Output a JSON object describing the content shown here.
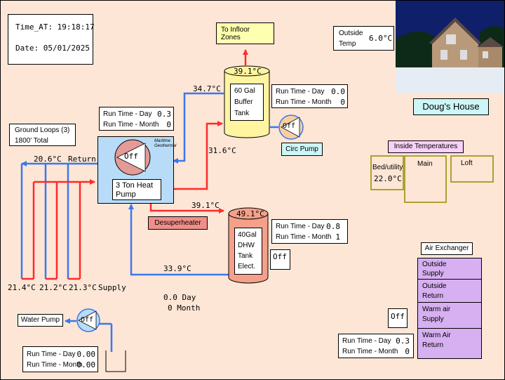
{
  "time_label": "Time_AT: 19:18:17",
  "date_label": "Date: 05/01/2025",
  "infloor": {
    "line1": "To Infloor",
    "line2": "Zones"
  },
  "outside_temp": {
    "label1": "Outside",
    "label2": "Temp",
    "value": "6.0°C"
  },
  "house_name": "Doug's House",
  "buffer_tank": {
    "top_temp": "39.1°C",
    "line1": "60 Gal",
    "line2": "Buffer",
    "line3": "Tank"
  },
  "buffer_pump_runtime": {
    "day_label": "Run Time - Day",
    "day_value": "0.0",
    "month_label": "Run Time - Month",
    "month_value": "0"
  },
  "circ_pump": {
    "label": "Circ Pump",
    "state": "Off"
  },
  "heat_pump_runtime": {
    "day_label": "Run Time - Day",
    "day_value": "0.3",
    "month_label": "Run Time - Month",
    "month_value": "0"
  },
  "heat_pump": {
    "state": "Off",
    "brand": "Maritime Geothermal",
    "line1": "3 Ton Heat",
    "line2": "Pump"
  },
  "ground_loops": {
    "line1": "Ground Loops (3)",
    "line2": "1800' Total"
  },
  "temps": {
    "to_heatpump_top": "34.7°C",
    "buffer_supply": "31.6°C",
    "return": "20.6°C",
    "return_label": "Return",
    "desuper_supply": "39.1°C",
    "dhw_return": "33.9°C",
    "loop1": "21.4°C",
    "loop2": "21.2°C",
    "loop3": "21.3°C",
    "supply_label": "Supply"
  },
  "desuperheater": "Desuperheater",
  "dhw_tank": {
    "top_temp": "49.1°C",
    "line1": "40Gal",
    "line2": "DHW",
    "line3": "Tank",
    "line4": "Elect."
  },
  "dhw_runtime": {
    "day_label": "Run Time - Day",
    "day_value": "0.8",
    "month_label": "Run Time - Month",
    "month_value": "1"
  },
  "dhw_element_state": "Off",
  "element_usage": {
    "day": "0.0 Day",
    "month": "0 Month"
  },
  "inside_temps": {
    "title": "Inside Temperatures",
    "bed_label": "Bed/utility",
    "bed_value": "22.0°C",
    "main_label": "Main",
    "loft_label": "Loft"
  },
  "air_exchanger": {
    "title": "Air Exchanger",
    "rows": [
      {
        "line1": "Outside",
        "line2": "Supply"
      },
      {
        "line1": "Outside",
        "line2": "Return"
      },
      {
        "line1": "Warm air",
        "line2": "Supply"
      },
      {
        "line1": "Warm Air",
        "line2": "Return"
      }
    ],
    "state": "Off"
  },
  "air_runtime": {
    "day_label": "Run Time - Day",
    "day_value": "0.3",
    "month_label": "Run Time - Month",
    "month_value": "0"
  },
  "water_pump": {
    "label": "Water Pump",
    "state": "Off"
  },
  "water_runtime": {
    "day_label": "Run Time - Day",
    "day_value": "0.00",
    "month_label": "Run Time - Month",
    "month_value": "0.00"
  },
  "colors": {
    "supply": "#ff2a2a",
    "return": "#3a78ee",
    "background": "#fde6d6"
  }
}
